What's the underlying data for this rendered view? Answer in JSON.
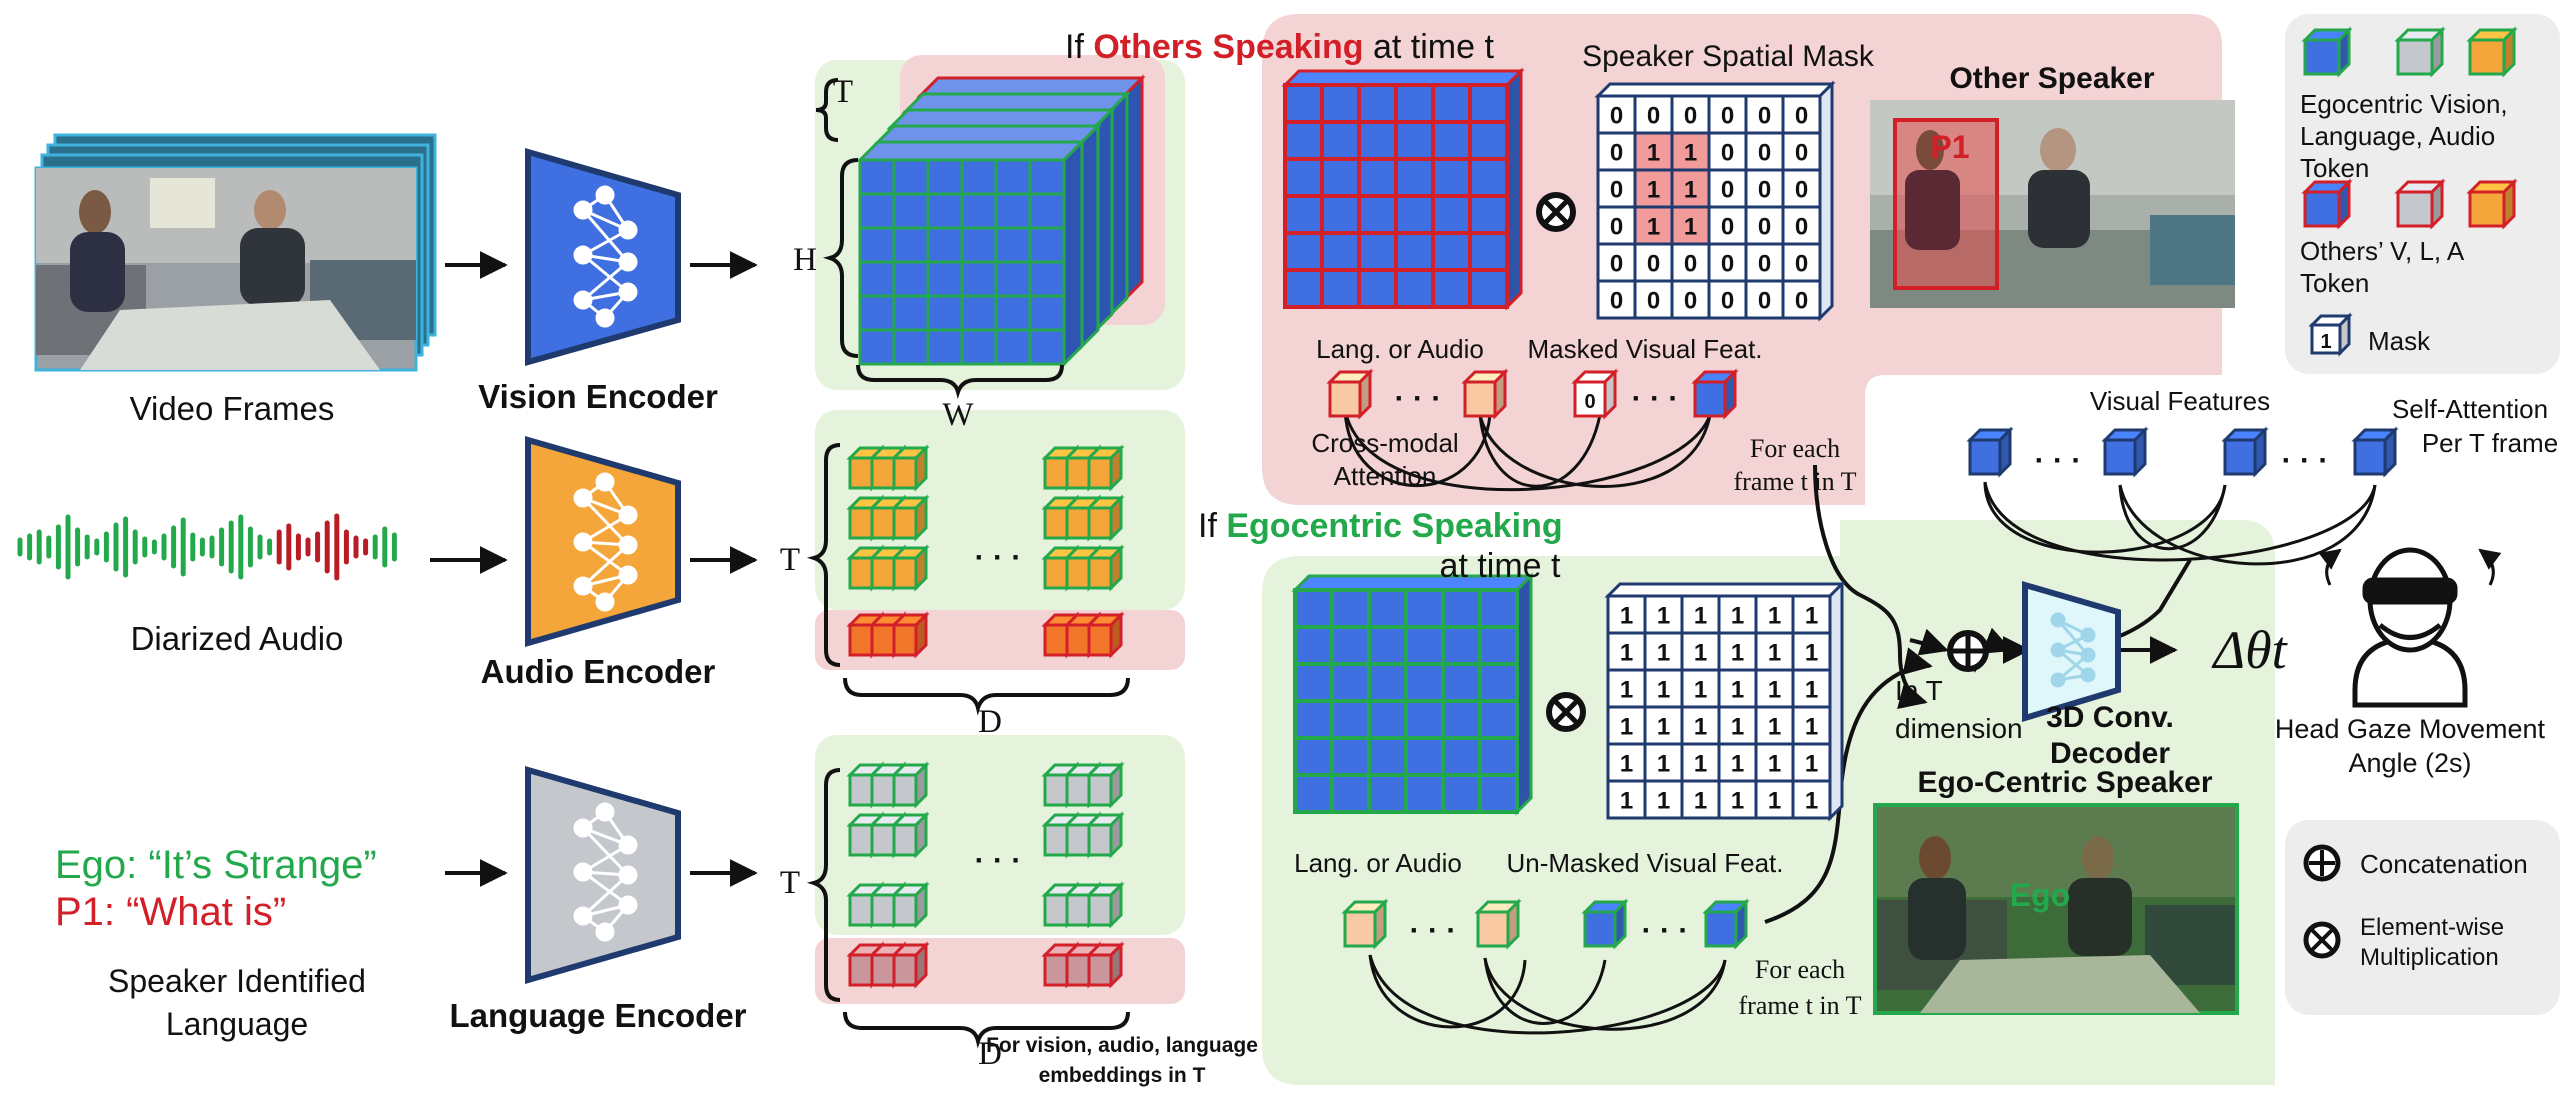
{
  "inputs": {
    "video_label": "Video Frames",
    "audio_label": "Diarized Audio",
    "ego_text": "Ego: “It’s Strange”",
    "p1_text": "P1: “What is”",
    "language_label_line1": "Speaker Identified",
    "language_label_line2": "Language"
  },
  "encoders": {
    "vision": "Vision Encoder",
    "audio": "Audio Encoder",
    "language": "Language Encoder"
  },
  "dims": {
    "T": "T",
    "H": "H",
    "W": "W",
    "D": "D",
    "dots": "· · ·"
  },
  "embeddings_note_line1": "For vision, audio, language",
  "embeddings_note_line2": "embeddings in T",
  "others": {
    "heading_prefix": "If",
    "heading_highlight": "Others Speaking",
    "heading_suffix": "at time t",
    "mask_title": "Speaker Spatial Mask",
    "mask": [
      [
        "0",
        "0",
        "0",
        "0",
        "0",
        "0"
      ],
      [
        "0",
        "1",
        "1",
        "0",
        "0",
        "0"
      ],
      [
        "0",
        "1",
        "1",
        "0",
        "0",
        "0"
      ],
      [
        "0",
        "1",
        "1",
        "0",
        "0",
        "0"
      ],
      [
        "0",
        "0",
        "0",
        "0",
        "0",
        "0"
      ],
      [
        "0",
        "0",
        "0",
        "0",
        "0",
        "0"
      ]
    ],
    "other_speaker_title": "Other Speaker",
    "p1_tag": "P1",
    "lang_audio_label": "Lang. or Audio",
    "masked_label": "Masked Visual Feat.",
    "masked_token_value": "0",
    "cross_modal_line1": "Cross-modal",
    "cross_modal_line2": "Attention",
    "per_frame_line1": "For each",
    "per_frame_line2": "frame t in T"
  },
  "ego": {
    "heading_prefix": "If",
    "heading_highlight": "Egocentric Speaking",
    "heading_suffix": "at time t",
    "mask": [
      [
        "1",
        "1",
        "1",
        "1",
        "1",
        "1"
      ],
      [
        "1",
        "1",
        "1",
        "1",
        "1",
        "1"
      ],
      [
        "1",
        "1",
        "1",
        "1",
        "1",
        "1"
      ],
      [
        "1",
        "1",
        "1",
        "1",
        "1",
        "1"
      ],
      [
        "1",
        "1",
        "1",
        "1",
        "1",
        "1"
      ],
      [
        "1",
        "1",
        "1",
        "1",
        "1",
        "1"
      ]
    ],
    "ego_speaker_title": "Ego-Centric Speaker",
    "ego_tag": "Ego",
    "lang_audio_label": "Lang. or Audio",
    "unmasked_label": "Un-Masked Visual Feat.",
    "per_frame_line1": "For each",
    "per_frame_line2": "frame t in T"
  },
  "self_attention": {
    "visual_features_label": "Visual Features",
    "title_line1": "Self-Attention",
    "title_line2": "Per T frame"
  },
  "decoder": {
    "concat_line1": "In T",
    "concat_line2": "dimension",
    "name_line1": "3D Conv.",
    "name_line2": "Decoder",
    "output": "Δθt",
    "gaze_line1": "Head Gaze Movement",
    "gaze_line2": "Angle (2s)"
  },
  "legend": {
    "ego_tokens_line1": "Egocentric Vision,",
    "ego_tokens_line2": "Language, Audio",
    "ego_tokens_line3": "Token",
    "others_tokens_line1": "Others’ V, L, A",
    "others_tokens_line2": "Token",
    "mask_value": "1",
    "mask_label": "Mask",
    "concat_label": "Concatenation",
    "mult_line1": "Element-wise",
    "mult_line2": "Multiplication"
  },
  "colors": {
    "vision_blue": "#3f6fe0",
    "audio_orange": "#f5a63a",
    "language_gray": "#c4c7cc",
    "ego_green": "#23a84b",
    "others_red": "#d21f28",
    "others_bg": "#f3d3d3",
    "ego_bg": "#e6f3dc",
    "legend_bg": "#ededed"
  }
}
